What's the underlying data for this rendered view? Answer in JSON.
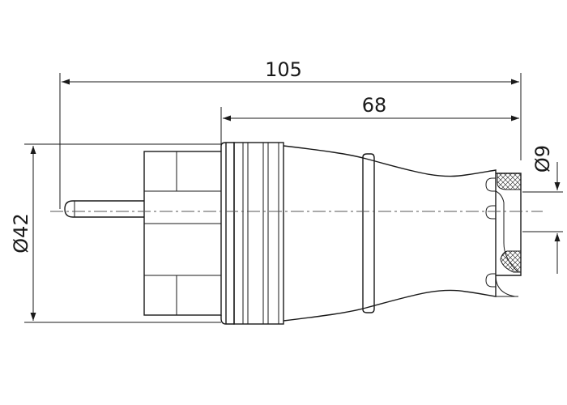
{
  "drawing": {
    "dimensions": {
      "overall_length": "105",
      "body_length": "68",
      "diameter_body": "Ø42",
      "diameter_cable": "Ø9"
    },
    "colors": {
      "line": "#1a1a1a",
      "centerline": "#555555",
      "background": "#ffffff"
    }
  }
}
